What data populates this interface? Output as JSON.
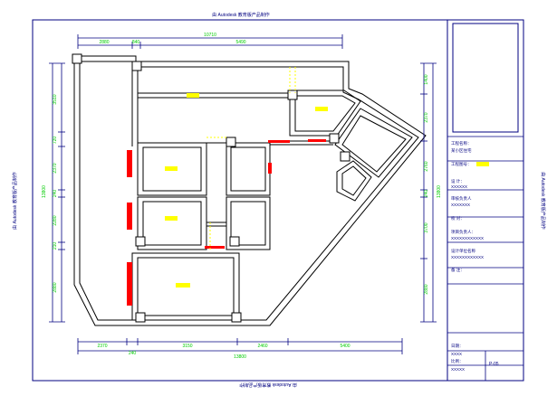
{
  "sheet": {
    "watermark_top": "由 Autodesk 教育版产品制作",
    "watermark_bottom": "由 Autodesk 教育版产品制作",
    "watermark_left": "由 Autodesk 教育版产品制作",
    "watermark_right": "由 Autodesk 教育版产品制作"
  },
  "dimensions": {
    "top_total": "10710",
    "top_segments": [
      "2880",
      "840",
      "5490"
    ],
    "bottom_total": "13800",
    "bottom_segments": [
      "2370",
      "240",
      "3150",
      "2460",
      "5400"
    ],
    "left_total": "13800",
    "left_segments": [
      "3510",
      "720",
      "2370",
      "240",
      "2280",
      "210",
      "2880"
    ],
    "right_total": "13800",
    "right_segments": [
      "1400",
      "2370",
      "2760",
      "240",
      "3700",
      "2880"
    ]
  },
  "title_block": {
    "rows": [
      {
        "label": "工程名称：",
        "value": "某小区住宅"
      },
      {
        "label": "工程图号：",
        "value": ""
      },
      {
        "label": "设  计：",
        "value": "XXXXXX"
      },
      {
        "label": "审核负责人",
        "value": "XXXXXXX"
      },
      {
        "label": "校  对：",
        "value": ""
      },
      {
        "label": "项目负责人：",
        "value": "XXXXXXXXXXXX"
      },
      {
        "label": "设计单位名称",
        "value": "XXXXXXXXXXXX"
      },
      {
        "label": "备  注：",
        "value": ""
      }
    ],
    "date_label": "日期：",
    "date_value": "XXXX",
    "scale_label": "比例：",
    "scale_value": "XXXXX",
    "sheet_no_value": "P-05"
  },
  "colors": {
    "paper": "#ffffff",
    "line": "#000080",
    "wall": "#000000",
    "dim": "#000080",
    "dim_text": "#00cc00",
    "room_label": "#ffff00",
    "door": "#ff0000",
    "dashed": "#ffff00"
  },
  "room_labels": [
    "",
    "",
    "",
    "",
    ""
  ]
}
